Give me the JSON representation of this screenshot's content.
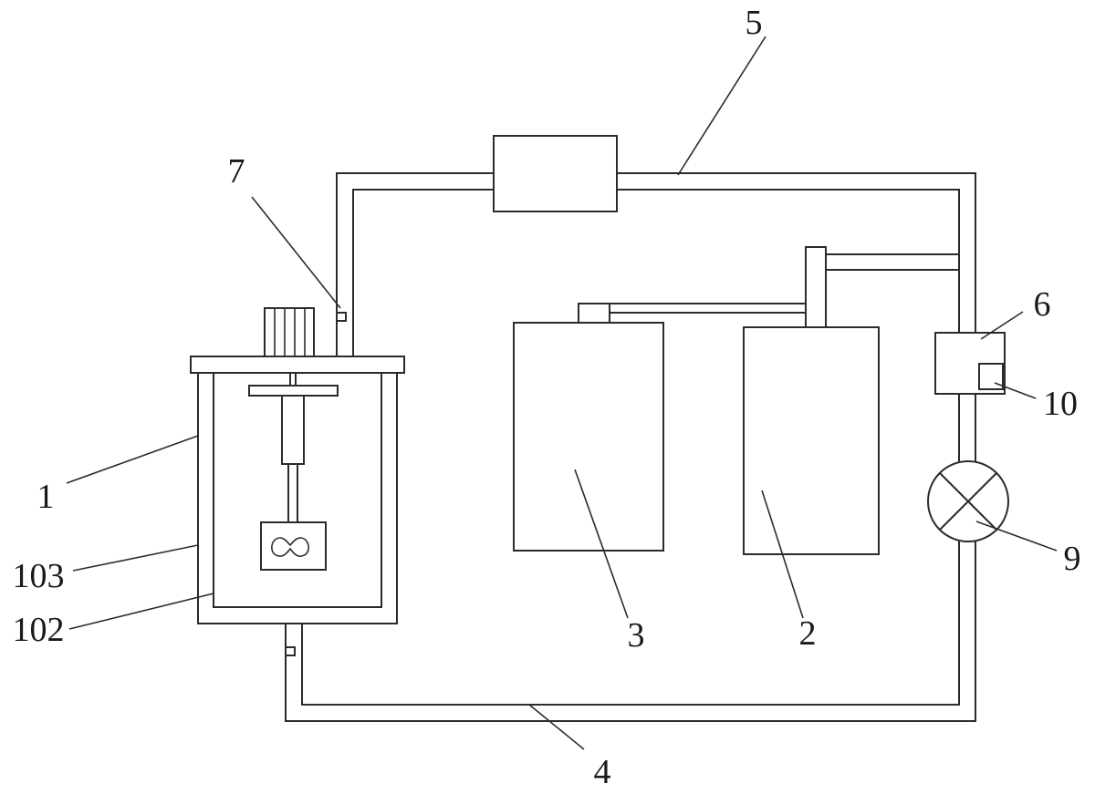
{
  "diagram": {
    "labels": {
      "l1": "1",
      "l2": "2",
      "l3": "3",
      "l4": "4",
      "l5": "5",
      "l6": "6",
      "l7": "7",
      "l9": "9",
      "l10": "10",
      "l102": "102",
      "l103": "103"
    }
  }
}
